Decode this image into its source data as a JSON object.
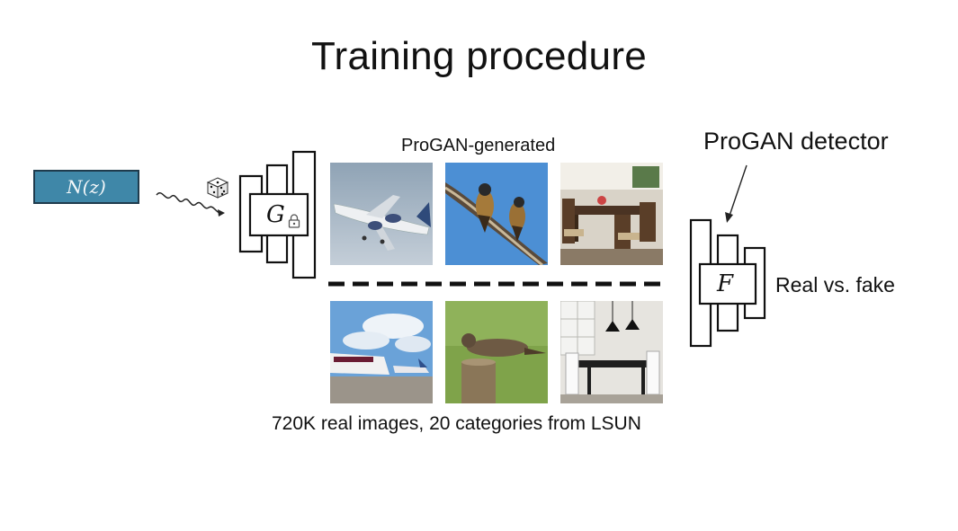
{
  "slide": {
    "title": "Training procedure"
  },
  "noise": {
    "label": "N(z)"
  },
  "generator": {
    "letter": "G",
    "icons": [
      "dice-icon",
      "lock-icon"
    ]
  },
  "detector": {
    "letter": "F",
    "title": "ProGAN detector",
    "output_label": "Real vs. fake"
  },
  "images": {
    "generated_label": "ProGAN-generated",
    "generated": [
      "airplane",
      "birds",
      "dining-room"
    ],
    "real_label": "720K real images, 20 categories from LSUN",
    "real": [
      "airplanes-airport",
      "bird-on-post",
      "dining-room"
    ]
  }
}
